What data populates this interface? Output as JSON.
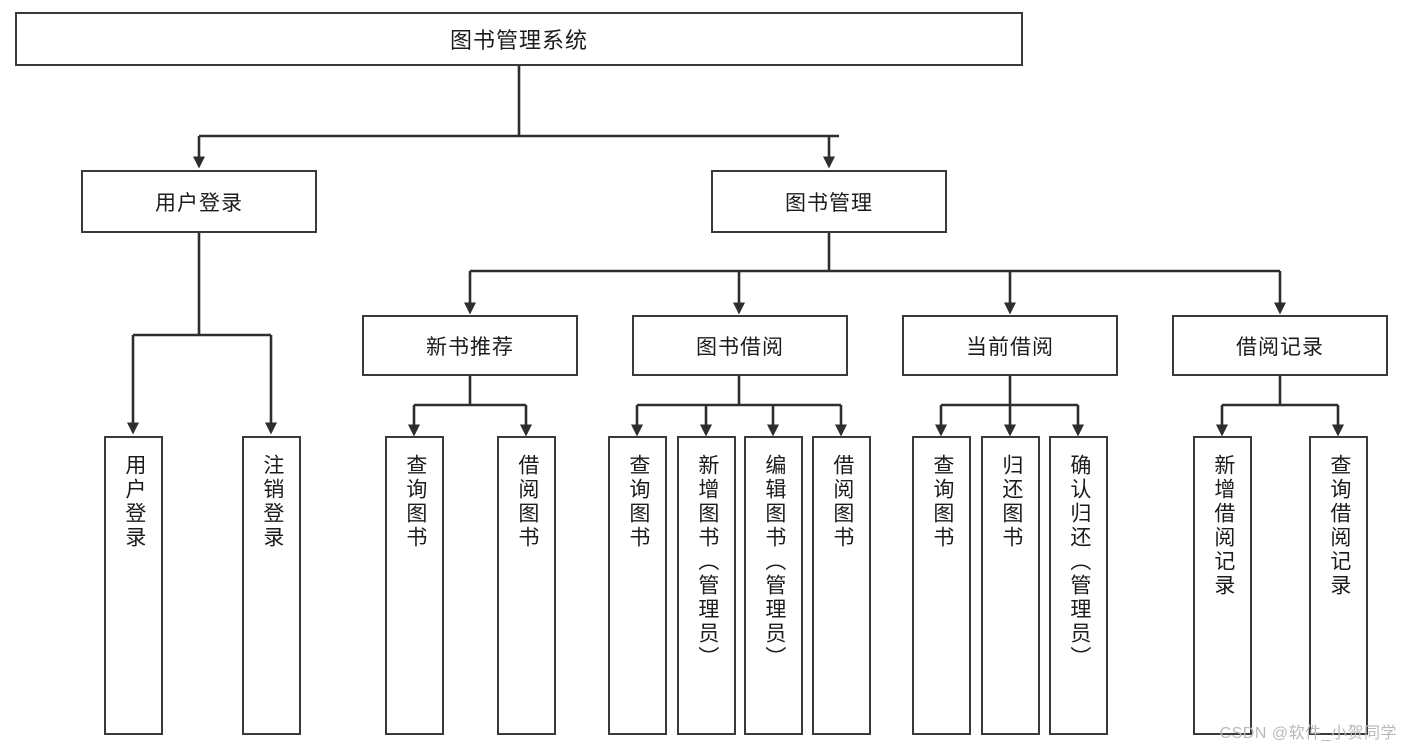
{
  "diagram": {
    "title": "图书管理系统",
    "watermark": "CSDN @软件_小贺同学",
    "colors": {
      "box_border": "#3a3a3a",
      "box_fill": "#ffffff",
      "edge": "#2e2e2e",
      "text": "#1c1c1c",
      "watermark": "#b9b9b9"
    },
    "levels": {
      "level1": [
        {
          "id": "root",
          "label": "图书管理系统"
        }
      ],
      "level2": [
        {
          "id": "user-login",
          "label": "用户登录",
          "parent": "root"
        },
        {
          "id": "book-management",
          "label": "图书管理",
          "parent": "root"
        }
      ],
      "level3": [
        {
          "id": "new-book-recommend",
          "label": "新书推荐",
          "parent": "book-management"
        },
        {
          "id": "book-borrow",
          "label": "图书借阅",
          "parent": "book-management"
        },
        {
          "id": "current-borrow",
          "label": "当前借阅",
          "parent": "book-management"
        },
        {
          "id": "borrow-record",
          "label": "借阅记录",
          "parent": "book-management"
        }
      ],
      "leaves": [
        {
          "id": "leaf-user-login",
          "label": "用户登录",
          "parent": "user-login"
        },
        {
          "id": "leaf-logout-login",
          "label": "注销登录",
          "parent": "user-login"
        },
        {
          "id": "leaf-query-book-1",
          "label": "查询图书",
          "parent": "new-book-recommend"
        },
        {
          "id": "leaf-borrow-book-1",
          "label": "借阅图书",
          "parent": "new-book-recommend"
        },
        {
          "id": "leaf-query-book-2",
          "label": "查询图书",
          "parent": "book-borrow"
        },
        {
          "id": "leaf-add-book-admin",
          "label": "新增图书（管理员）",
          "parent": "book-borrow"
        },
        {
          "id": "leaf-edit-book-admin",
          "label": "编辑图书（管理员）",
          "parent": "book-borrow"
        },
        {
          "id": "leaf-borrow-book-2",
          "label": "借阅图书",
          "parent": "book-borrow"
        },
        {
          "id": "leaf-query-book-3",
          "label": "查询图书",
          "parent": "current-borrow"
        },
        {
          "id": "leaf-return-book",
          "label": "归还图书",
          "parent": "current-borrow"
        },
        {
          "id": "leaf-confirm-return-admin",
          "label": "确认归还（管理员）",
          "parent": "current-borrow"
        },
        {
          "id": "leaf-add-borrow-record",
          "label": "新增借阅记录",
          "parent": "borrow-record"
        },
        {
          "id": "leaf-query-borrow-record",
          "label": "查询借阅记录",
          "parent": "borrow-record"
        }
      ]
    }
  }
}
